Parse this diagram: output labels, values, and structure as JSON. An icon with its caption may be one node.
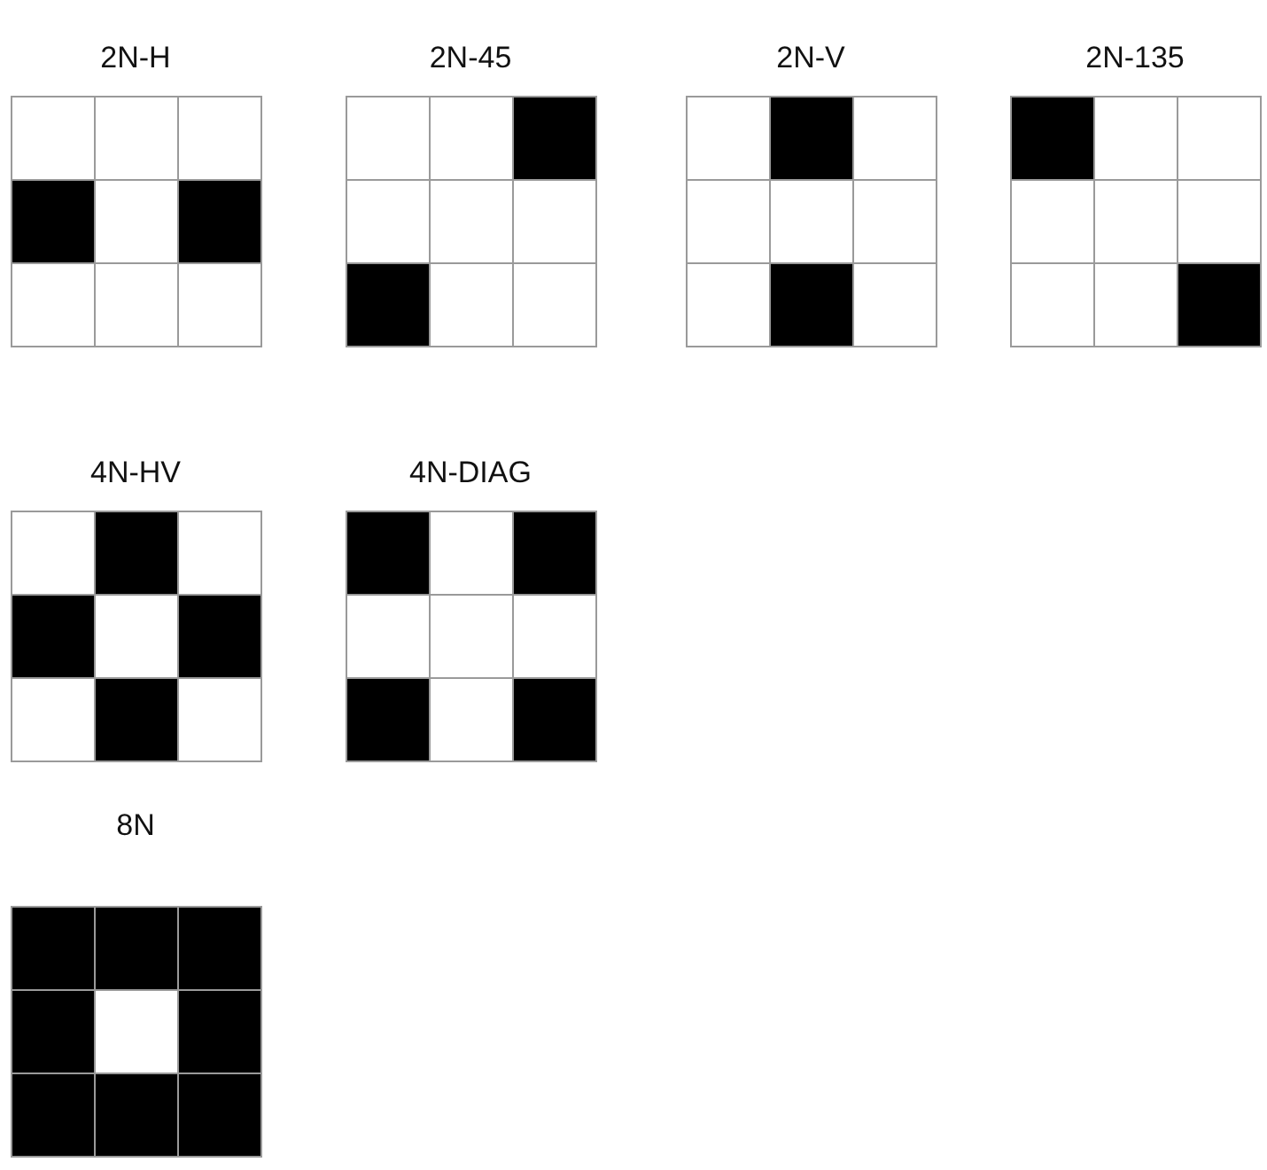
{
  "diagram": {
    "nodes": [
      {
        "text": [
          "2N-H"
        ]
      },
      {
        "text": [
          "2N-45"
        ]
      },
      {
        "text": [
          "2N-V"
        ]
      },
      {
        "text": [
          "2N-135"
        ]
      },
      {
        "text": [
          "4N-HV"
        ]
      },
      {
        "text": [
          "4N-DIAG"
        ]
      },
      {
        "text": [
          "8N"
        ]
      }
    ]
  }
}
